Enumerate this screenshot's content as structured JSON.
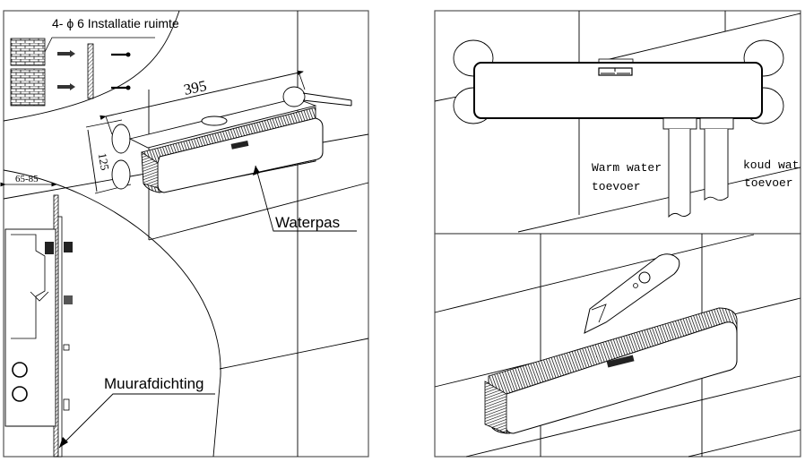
{
  "figure": {
    "left_panel": {
      "install_space_label": "4- ϕ 6 Installatie ruimte",
      "dimension_width": "395",
      "dimension_height": "125",
      "dimension_depth": "65-85",
      "level_label": "Waterpas",
      "wall_seal_label": "Muurafdichting"
    },
    "right_top_panel": {
      "warm_line1": "Warm water",
      "warm_line2": "toevoer",
      "cold_line1": "koud wat",
      "cold_line2": "toevoer"
    },
    "right_bottom_panel": {
      "tool": "utility-knife",
      "device": "thermostat-bar"
    }
  }
}
